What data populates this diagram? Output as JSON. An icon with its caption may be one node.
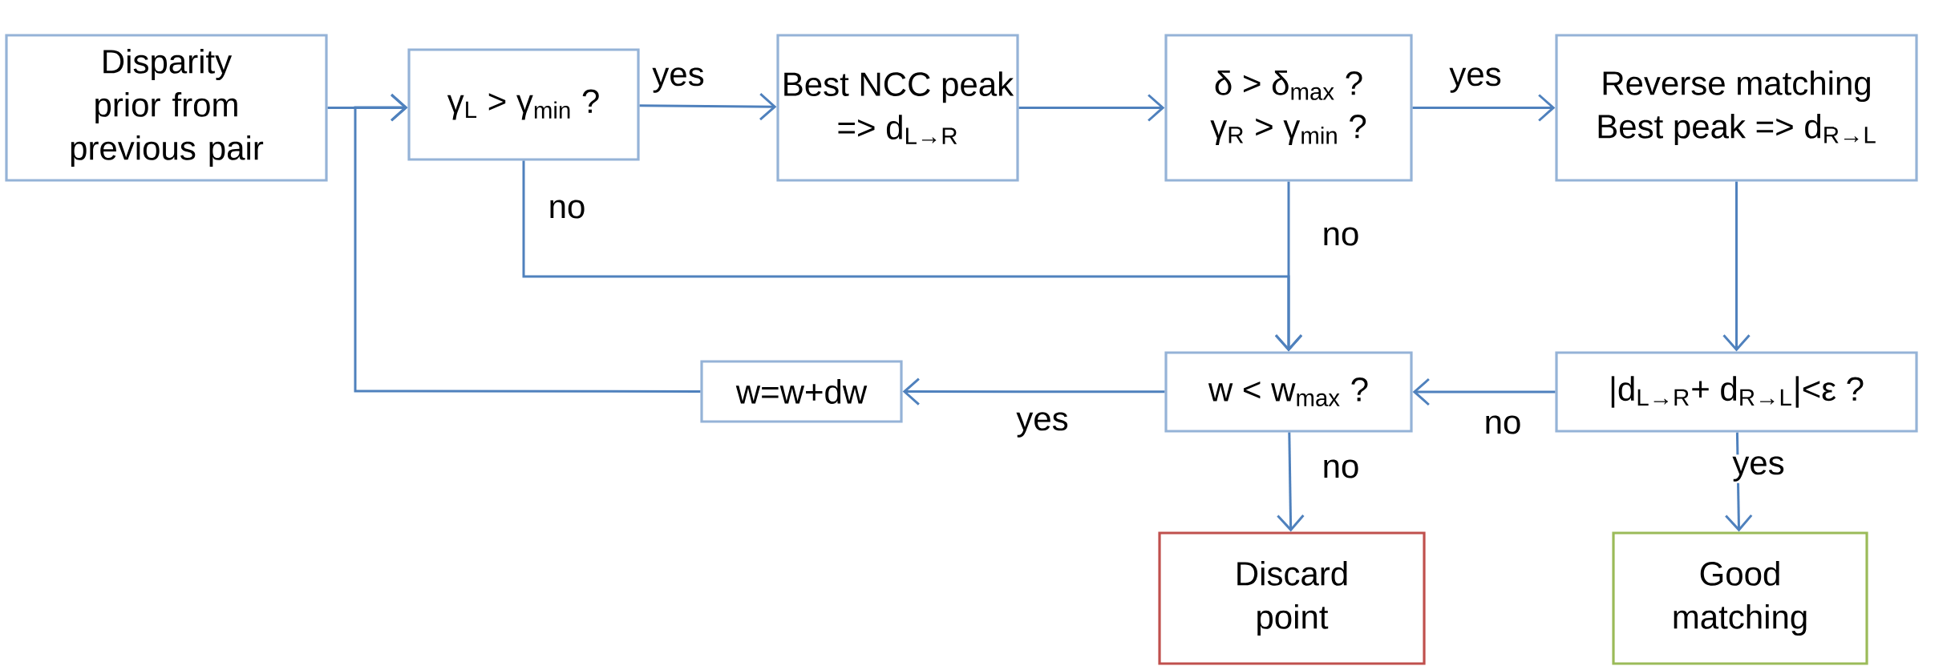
{
  "diagram": {
    "nodes": [
      {
        "text": [
          "Disparity prior from previous pair"
        ]
      },
      {
        "text": [
          "γ$_{L}$ > γ$_{min}$ ?"
        ]
      },
      {
        "text": [
          "Best NCC peak",
          "=> d$_{L→R}$"
        ]
      },
      {
        "text": [
          "δ > δ$_{max}$ ?",
          "γ$_{R}$ > γ$_{min}$ ?"
        ]
      },
      {
        "text": [
          "Reverse matching",
          "Best peak => d$_{R→L}$"
        ]
      },
      {
        "text": [
          "w=w+dw"
        ]
      },
      {
        "text": [
          "w < w$_{max}$ ?"
        ]
      },
      {
        "text": [
          "|d$_{L→R}$+ d$_{R→L}$|<ε ?"
        ]
      },
      {
        "text": [
          "Discard point"
        ]
      },
      {
        "text": [
          "Good matching"
        ]
      }
    ],
    "edges": [
      {
        "from": 0,
        "to": 1,
        "arrow": "to"
      },
      {
        "from": 1,
        "to": 2,
        "arrow": "to",
        "label": "yes"
      },
      {
        "from": 2,
        "to": 3,
        "arrow": "to"
      },
      {
        "from": 3,
        "to": 4,
        "arrow": "to",
        "label": "yes"
      },
      {
        "from": 4,
        "to": 7,
        "arrow": "to"
      },
      {
        "from": 7,
        "to": 9,
        "arrow": "to",
        "label": "yes"
      },
      {
        "from": 7,
        "to": 6,
        "arrow": "to",
        "label": "no"
      },
      {
        "from": 6,
        "to": 8,
        "arrow": "to",
        "label": "no"
      },
      {
        "from": 6,
        "to": 5,
        "arrow": "to",
        "label": "yes"
      },
      {
        "from": 5,
        "to": 1,
        "arrow": "to"
      },
      {
        "from": 1,
        "to": 6,
        "arrow": "to",
        "label": "no"
      },
      {
        "from": 3,
        "to": 6,
        "arrow": "to",
        "label": "no"
      }
    ]
  }
}
